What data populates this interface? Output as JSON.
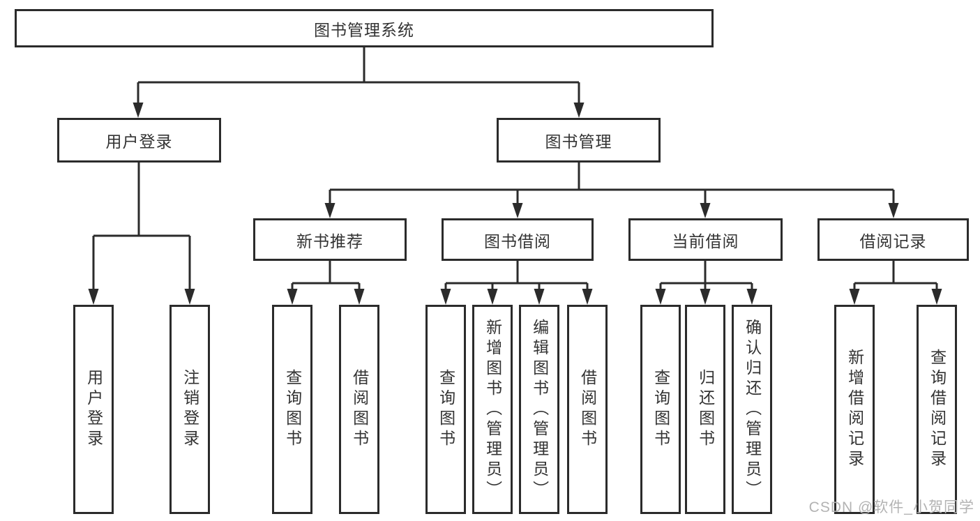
{
  "colors": {
    "line": "#2b2b2b",
    "box_border": "#2b2b2b",
    "text": "#333333",
    "watermark_text": "#b3b3b3",
    "background": "#ffffff"
  },
  "watermark": "CSDN @软件_小贺同学",
  "tree": {
    "label": "图书管理系统",
    "children": [
      {
        "label": "用户登录",
        "children": [
          {
            "label": "用户登录"
          },
          {
            "label": "注销登录"
          }
        ]
      },
      {
        "label": "图书管理",
        "children": [
          {
            "label": "新书推荐",
            "children": [
              {
                "label": "查询图书"
              },
              {
                "label": "借阅图书"
              }
            ]
          },
          {
            "label": "图书借阅",
            "children": [
              {
                "label": "查询图书"
              },
              {
                "label": "新增图书（管理员）"
              },
              {
                "label": "编辑图书（管理员）"
              },
              {
                "label": "借阅图书"
              }
            ]
          },
          {
            "label": "当前借阅",
            "children": [
              {
                "label": "查询图书"
              },
              {
                "label": "归还图书"
              },
              {
                "label": "确认归还（管理员）"
              }
            ]
          },
          {
            "label": "借阅记录",
            "children": [
              {
                "label": "新增借阅记录"
              },
              {
                "label": "查询借阅记录"
              }
            ]
          }
        ]
      }
    ]
  }
}
